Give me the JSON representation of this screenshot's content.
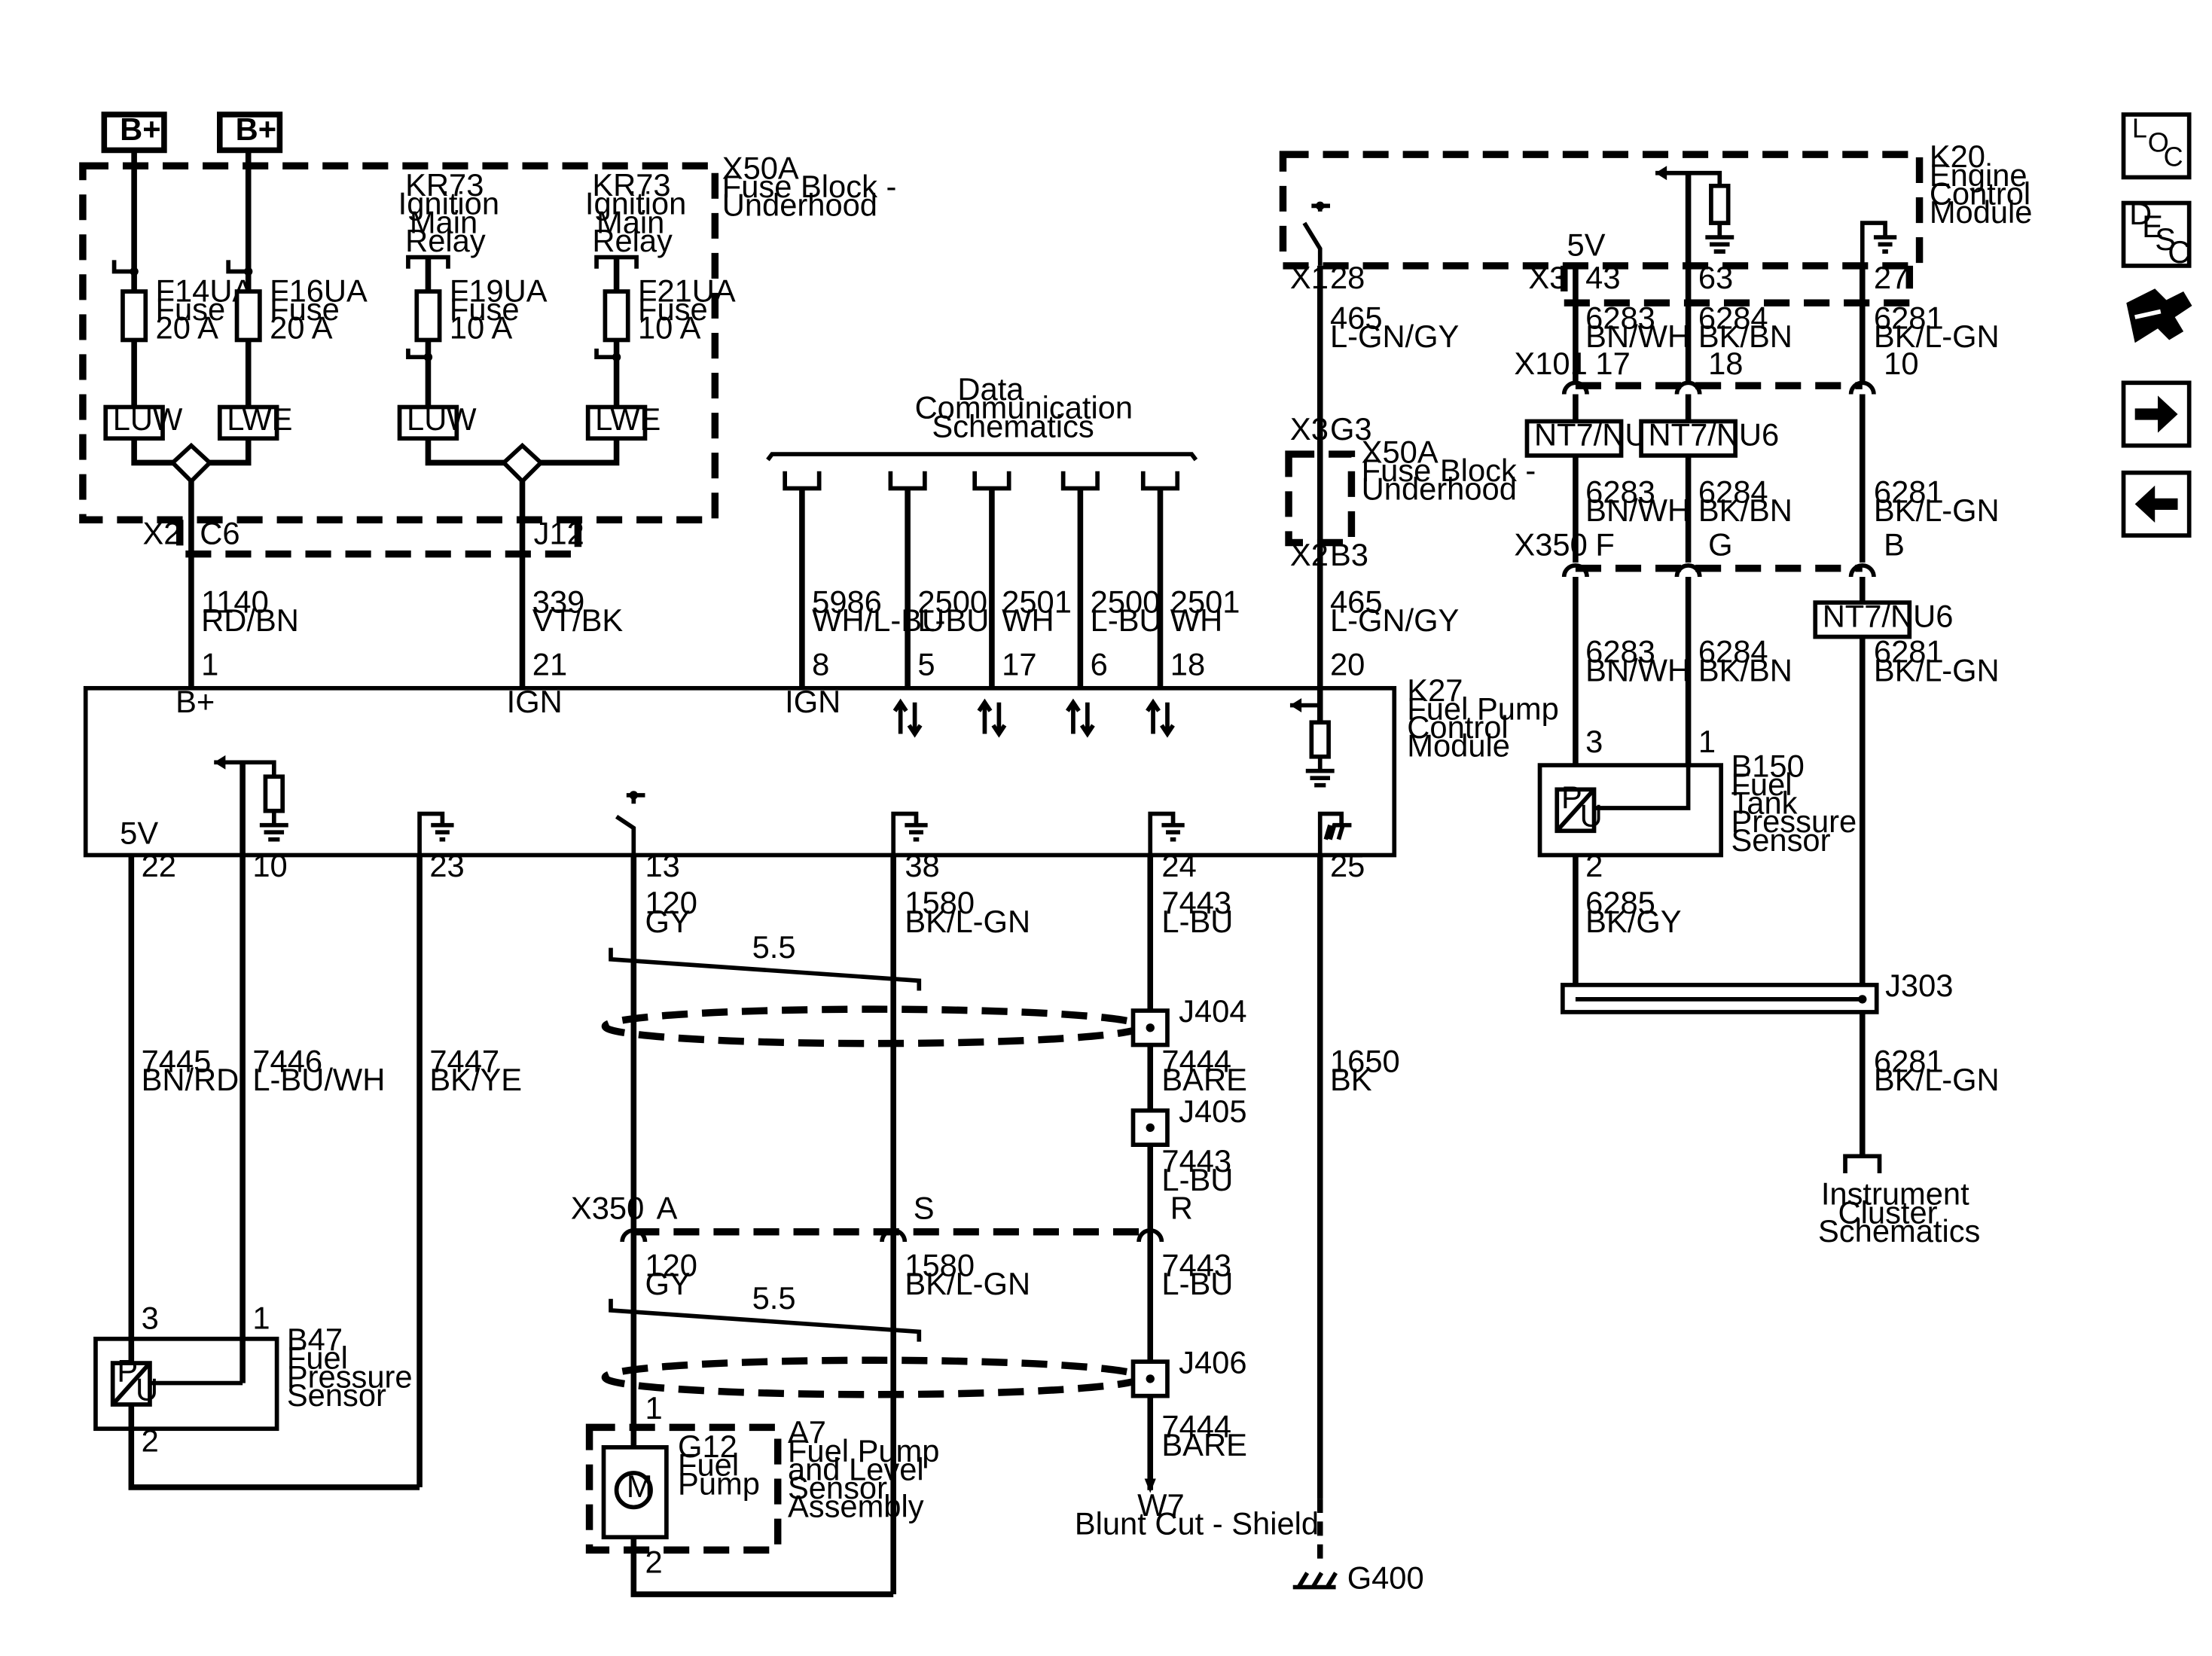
{
  "nav": {
    "loc": [
      "L",
      "O",
      "C"
    ],
    "desc": [
      "D",
      "E",
      "S",
      "C"
    ]
  },
  "power": {
    "b_plus": "B+"
  },
  "x50a": {
    "name": "X50A",
    "desc1": "Fuse Block -",
    "desc2": "Underhood"
  },
  "relay": {
    "l1": "KR73",
    "l2": "Ignition",
    "l3": "Main",
    "l4": "Relay"
  },
  "fuses": [
    {
      "name": "F14UA",
      "l2": "Fuse",
      "rating": "20 A"
    },
    {
      "name": "F16UA",
      "l2": "Fuse",
      "rating": "20 A"
    },
    {
      "name": "F19UA",
      "l2": "Fuse",
      "rating": "10 A"
    },
    {
      "name": "F21UA",
      "l2": "Fuse",
      "rating": "10 A"
    }
  ],
  "lug": {
    "luw": "LUW",
    "lwe": "LWE"
  },
  "connectors": {
    "x2": "X2",
    "c6": "C6",
    "j12": "J12",
    "x1": "X1",
    "x3": "X3",
    "g3": "G3",
    "b3": "B3",
    "x101": "X101",
    "x350": "X350"
  },
  "data_comm": {
    "l1": "Data",
    "l2": "Communication",
    "l3": "Schematics"
  },
  "k27": {
    "name": "K27",
    "l2": "Fuel Pump",
    "l3": "Control",
    "l4": "Module",
    "b_plus": "B+",
    "ign": "IGN",
    "five_v": "5V"
  },
  "k20": {
    "name": "K20",
    "l2": "Engine",
    "l3": "Control",
    "l4": "Module",
    "five_v": "5V"
  },
  "k27_top_wires": [
    {
      "circuit": "1140",
      "color": "RD/BN",
      "pin": "1"
    },
    {
      "circuit": "339",
      "color": "VT/BK",
      "pin": "21"
    },
    {
      "circuit": "5986",
      "color": "WH/L-BU",
      "pin": "8"
    },
    {
      "circuit": "2500",
      "color": "L-BU",
      "pin": "5"
    },
    {
      "circuit": "2501",
      "color": "WH",
      "pin": "17"
    },
    {
      "circuit": "2500",
      "color": "L-BU",
      "pin": "6"
    },
    {
      "circuit": "2501",
      "color": "WH",
      "pin": "18"
    },
    {
      "circuit": "465",
      "color": "L-GN/GY",
      "pin": "20"
    }
  ],
  "k20_wires": {
    "pin28": "28",
    "c465": "465",
    "lgngy": "L-GN/GY",
    "p43": "43",
    "p63": "63",
    "p27": "27",
    "c6283": "6283",
    "bnwh": "BN/WH",
    "c6284": "6284",
    "bkbn": "BK/BN",
    "c6281": "6281",
    "bklgn": "BK/L-GN",
    "p17": "17",
    "p18": "18",
    "p10": "10",
    "f": "F",
    "g": "G",
    "b": "B",
    "nt": "NT7/NU6"
  },
  "k27_bottom_pins": [
    "22",
    "10",
    "23",
    "13",
    "38",
    "24",
    "25"
  ],
  "lower_wires": {
    "c7445": "7445",
    "bnrd": "BN/RD",
    "c7446": "7446",
    "lbuwh": "L-BU/WH",
    "c7447": "7447",
    "bkye": "BK/YE",
    "c120": "120",
    "gy": "GY",
    "c1580": "1580",
    "bklgn": "BK/L-GN",
    "c7443": "7443",
    "lbu": "L-BU",
    "c7444": "7444",
    "bare": "BARE",
    "c1650": "1650",
    "bk": "BK",
    "twist": "5.5",
    "a": "A",
    "s": "S",
    "r": "R"
  },
  "splices": {
    "j404": "J404",
    "j405": "J405",
    "j406": "J406",
    "j303": "J303"
  },
  "b47": {
    "name": "B47",
    "l2": "Fuel",
    "l3": "Pressure",
    "l4": "Sensor",
    "p3": "3",
    "p1": "1",
    "p2": "2",
    "p": "P",
    "u": "U"
  },
  "b150": {
    "name": "B150",
    "l2": "Fuel",
    "l3": "Tank",
    "l4": "Pressure",
    "l5": "Sensor",
    "p3": "3",
    "p1": "1",
    "p2": "2",
    "c6285": "6285",
    "bkgy": "BK/GY"
  },
  "a7": {
    "name": "A7",
    "l2": "Fuel Pump",
    "l3": "and Level",
    "l4": "Sensor",
    "l5": "Assembly"
  },
  "g12": {
    "name": "G12",
    "l2": "Fuel",
    "l3": "Pump",
    "m": "M",
    "p1": "1",
    "p2": "2"
  },
  "w7": {
    "name": "W7",
    "l2": "Blunt Cut - Shield"
  },
  "g400": "G400",
  "instrument": {
    "l1": "Instrument",
    "l2": "Cluster",
    "l3": "Schematics"
  }
}
